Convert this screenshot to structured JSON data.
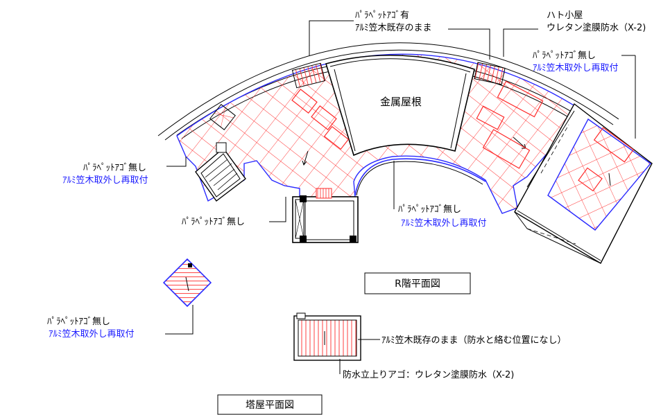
{
  "labels": {
    "parapet_ago_ari": "ﾊﾟﾗﾍﾟｯﾄｱｺﾞ有",
    "alumi_kizon": "ｱﾙﾐ笠木既存のまま",
    "hato_koya": "ハト小屋",
    "urethane_x2": "ウレタン塗膜防水（X-2)",
    "parapet_nashi_1": "ﾊﾟﾗﾍﾟｯﾄｱｺﾞ無し",
    "alumi_torihazushi_1": "ｱﾙﾐ笠木取外し再取付",
    "parapet_nashi_2": "ﾊﾟﾗﾍﾟｯﾄｱｺﾞ無し",
    "alumi_torihazushi_2": "ｱﾙﾐ笠木取外し再取付",
    "parapet_nashi_3": "ﾊﾟﾗﾍﾟｯﾄｱｺﾞ無し",
    "parapet_nashi_4": "ﾊﾟﾗﾍﾟｯﾄｱｺﾞ無し",
    "alumi_torihazushi_4": "ｱﾙﾐ笠木取外し再取付",
    "parapet_nashi_5": "ﾊﾟﾗﾍﾟｯﾄｱｺﾞ無し",
    "alumi_torihazushi_5": "ｱﾙﾐ笠木取外し再取付",
    "kinzoku_yane": "金属屋根",
    "alumi_kizon_note": "ｱﾙﾐ笠木既存のまま（防水と絡む位置になし）",
    "bousui_tachiagari": "防水立上りアゴ：ウレタン塗膜防水（X-2)"
  },
  "titles": {
    "r_floor": "R階平面図",
    "penthouse": "塔屋平面図"
  },
  "colors": {
    "hatch": "#ff2a2a",
    "parapet_line": "#2b2bff",
    "linework": "#000000"
  }
}
